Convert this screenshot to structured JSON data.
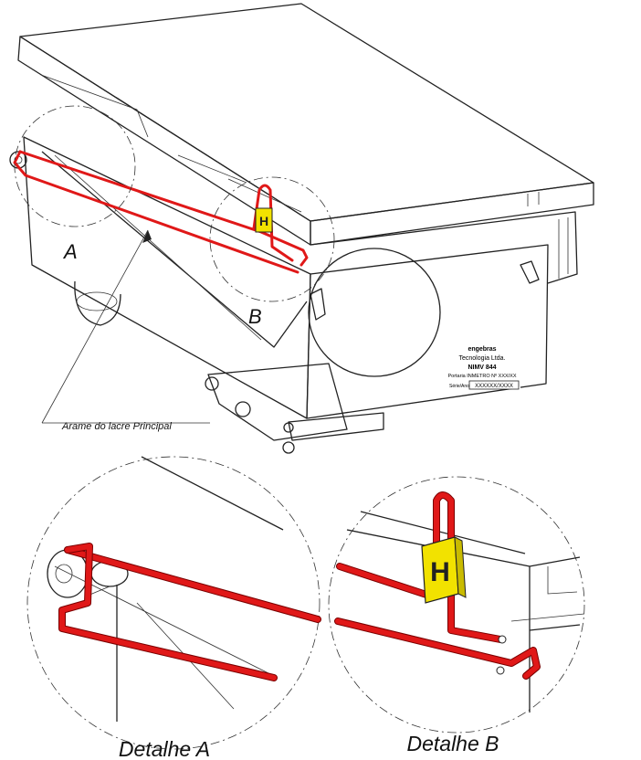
{
  "colors": {
    "wire": "#e01818",
    "seal": "#f2e200",
    "line": "#222222",
    "background": "#ffffff"
  },
  "labels": {
    "detail_a_marker": "A",
    "detail_b_marker": "B",
    "callout": "Arame do lacre Principal",
    "detail_a_caption": "Detalhe A",
    "detail_b_caption": "Detalhe B"
  },
  "nameplate": {
    "brand": "engebras",
    "company": "Tecnologia Ltda.",
    "model": "NIMV 844",
    "portaria": "Portaria INMETRO Nº XXX/XX",
    "serial_label": "Série/Ano",
    "serial_value": "XXXXXX/XXXX"
  },
  "seal": {
    "mark": "H",
    "icon": "lead-seal-icon"
  }
}
